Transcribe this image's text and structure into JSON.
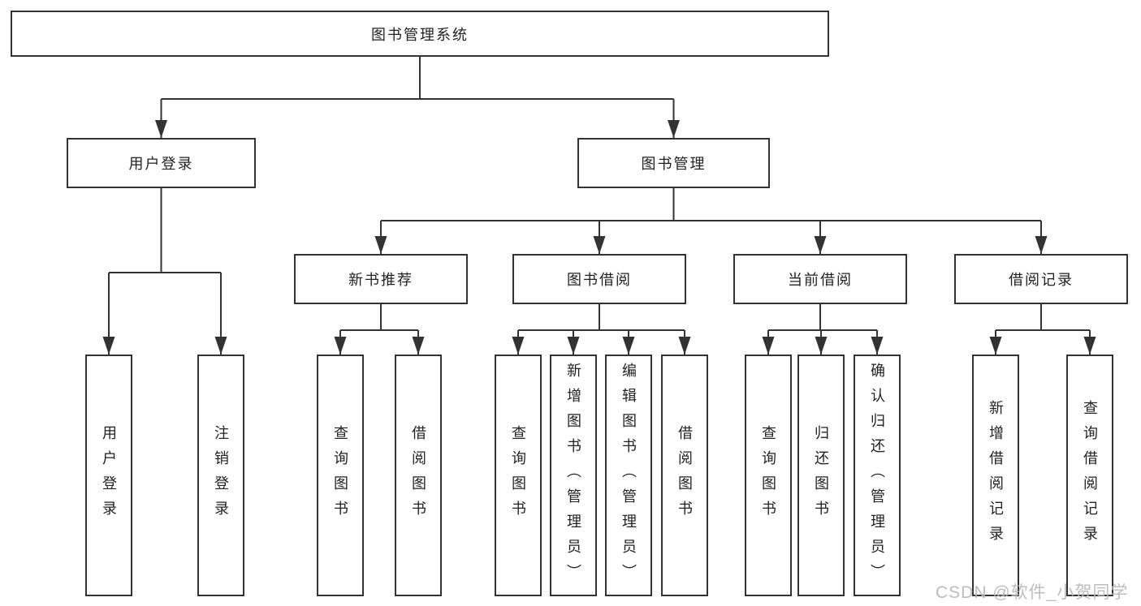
{
  "diagram": {
    "title": "图书管理系统",
    "type_hint": "hierarchy-org-chart"
  },
  "tree": {
    "root": "图书管理系统",
    "branches": [
      {
        "label": "用户登录",
        "children": [
          "用户登录",
          "注销登录"
        ]
      },
      {
        "label": "图书管理",
        "children": [
          {
            "label": "新书推荐",
            "children": [
              "查询图书",
              "借阅图书"
            ]
          },
          {
            "label": "图书借阅",
            "children": [
              "查询图书",
              "新增图书（管理员）",
              "编辑图书（管理员）",
              "借阅图书"
            ]
          },
          {
            "label": "当前借阅",
            "children": [
              "查询图书",
              "归还图书",
              "确认归还（管理员）"
            ]
          },
          {
            "label": "借阅记录",
            "children": [
              "新增借阅记录",
              "查询借阅记录"
            ]
          }
        ]
      }
    ]
  },
  "watermark": {
    "text": "CSDN @软件_小贺同学"
  },
  "colors": {
    "background": "#ffffff",
    "line": "#333333",
    "box_border": "#333333",
    "text": "#222222",
    "watermark": "#b9b9b9"
  }
}
